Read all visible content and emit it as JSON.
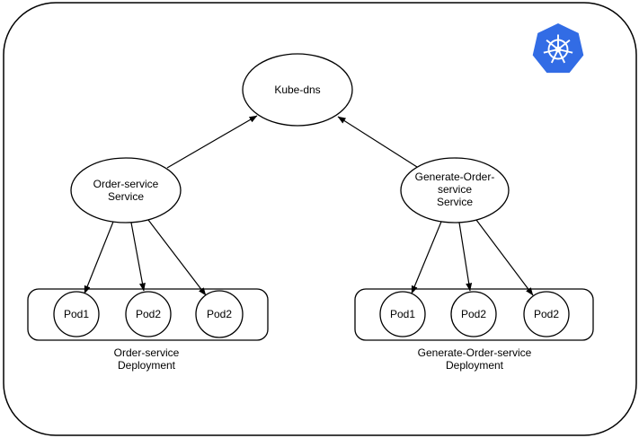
{
  "diagram": {
    "nodes": {
      "kube_dns": {
        "label": "Kube-dns"
      },
      "order_service": {
        "label": "Order-service\nService"
      },
      "generate_order_service": {
        "label": "Generate-Order-\nservice\nService"
      }
    },
    "deployments": {
      "order": {
        "caption": "Order-service\nDeployment",
        "pods": [
          "Pod1",
          "Pod2",
          "Pod2"
        ]
      },
      "generate_order": {
        "caption": "Generate-Order-service\nDeployment",
        "pods": [
          "Pod1",
          "Pod2",
          "Pod2"
        ]
      }
    },
    "logo": {
      "name": "kubernetes-logo",
      "color": "#326CE5"
    },
    "stroke_color": "#000000",
    "background": "#ffffff"
  }
}
